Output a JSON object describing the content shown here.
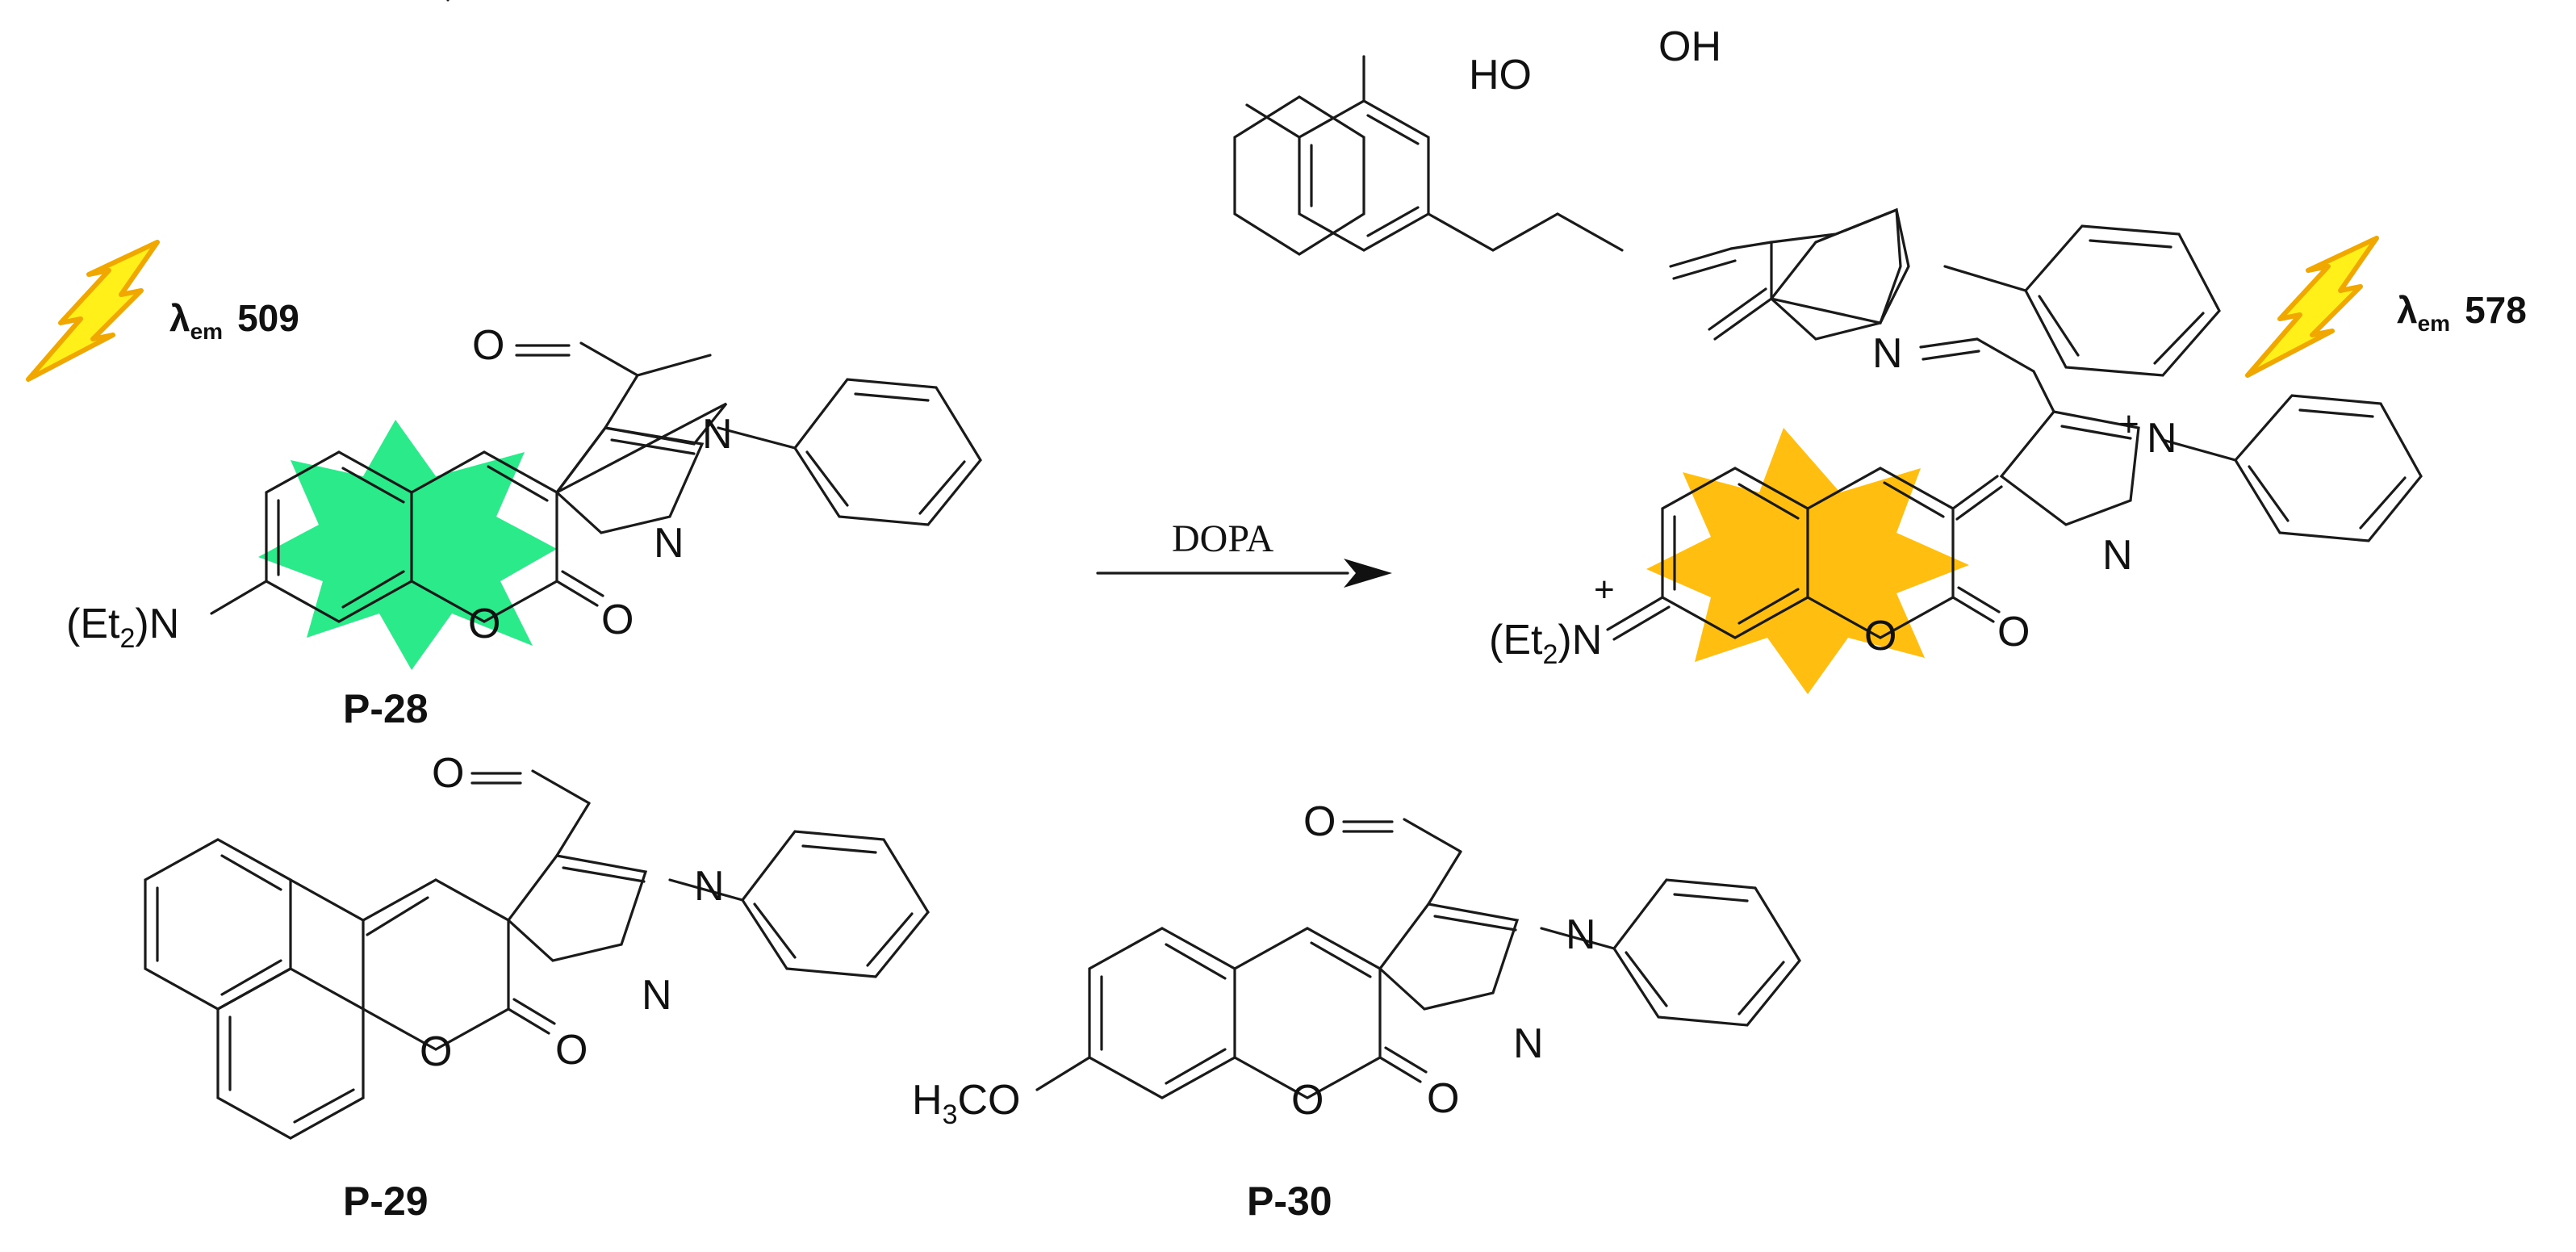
{
  "emission": {
    "symbol": "λ",
    "subscript": "em",
    "before_value": "509",
    "after_value": "578",
    "before_color": "#2BEA8A",
    "after_color": "#FFBE10",
    "bolt_fill": "#FFF01A",
    "bolt_stroke": "#F0A800"
  },
  "reaction": {
    "reagent": "DOPA"
  },
  "compounds": {
    "p28": "P-28",
    "p29": "P-29",
    "p30": "P-30"
  },
  "atoms": {
    "O": "O",
    "N": "N",
    "HO": "HO",
    "OH": "OH",
    "et2n_prefix": "(Et",
    "et2n_sub": "2",
    "et2n_suffix": ")N",
    "h3co_prefix": "H",
    "h3co_sub": "3",
    "h3co_suffix": "CO",
    "plus": "+"
  }
}
